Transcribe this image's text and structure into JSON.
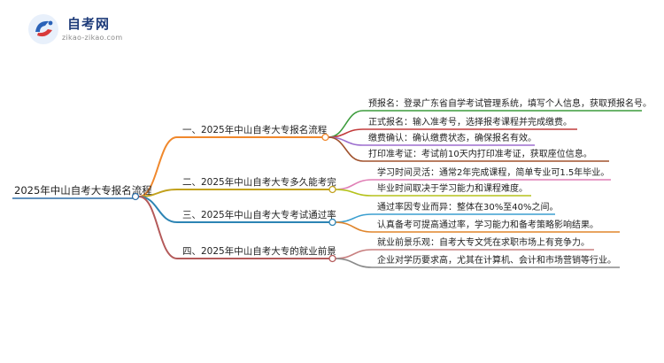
{
  "brand": {
    "name": "自考网",
    "url_text": "zikao-zikao.com"
  },
  "colors": {
    "root_line": "#2e6fa8",
    "branch_1": "#f0882c",
    "branch_2": "#c2a11c",
    "branch_3": "#2c84b4",
    "branch_4": "#b45a5a"
  },
  "mindmap": {
    "root": "2025年中山自考大专报名流程",
    "branches": [
      {
        "label": "一、2025年中山自考大专报名流程",
        "color": "#f0882c",
        "leaves": [
          {
            "text": "预报名：登录广东省自学考试管理系统，填写个人信息，获取预报名号。",
            "color": "#3b9b3b"
          },
          {
            "text": "正式报名：输入准考号，选择报考课程并完成缴费。",
            "color": "#c23b3b"
          },
          {
            "text": "缴费确认：确认缴费状态，确保报名有效。",
            "color": "#9d6fcf"
          },
          {
            "text": "打印准考证：考试前10天内打印准考证，获取座位信息。",
            "color": "#a0522d"
          }
        ]
      },
      {
        "label": "二、2025年中山自考大专多久能考完",
        "color": "#c2a11c",
        "leaves": [
          {
            "text": "学习时间灵活：通常2年完成课程，简单专业可1.5年毕业。",
            "color": "#e07fb5"
          },
          {
            "text": "毕业时间取决于学习能力和课程难度。",
            "color": "#b5c21c"
          }
        ]
      },
      {
        "label": "三、2025年中山自考大专考试通过率",
        "color": "#2c84b4",
        "leaves": [
          {
            "text": "通过率因专业而异：整体在30%至40%之间。",
            "color": "#3b9fd0"
          },
          {
            "text": "认真备考可提高通过率，学习能力和备考策略影响结果。",
            "color": "#e0852c"
          }
        ]
      },
      {
        "label": "四、2025年中山自考大专的就业前景",
        "color": "#b45a5a",
        "leaves": [
          {
            "text": "就业前景乐观：自考大专文凭在求职市场上有竞争力。",
            "color": "#c88080"
          },
          {
            "text": "企业对学历要求高，尤其在计算机、会计和市场营销等行业。",
            "color": "#8a8a8a"
          }
        ]
      }
    ]
  }
}
